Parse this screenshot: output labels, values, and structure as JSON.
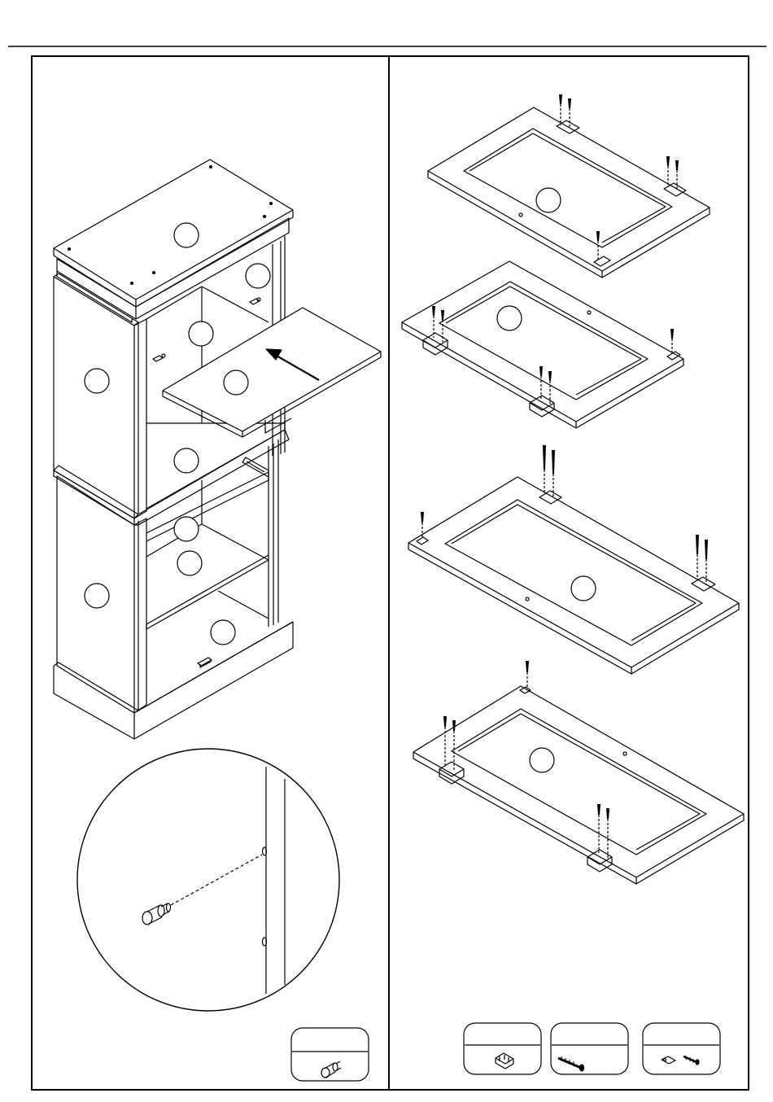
{
  "page": {
    "kind": "assembly-instructions",
    "panels": [
      "left-step",
      "right-step"
    ]
  },
  "left_panel": {
    "description_items": {
      "cabinet_callouts": 11,
      "sliding_shelf_arrow": "insert-direction",
      "detail_view": "shelf-pin-insertion"
    },
    "hardware_box": {
      "part_label": "",
      "part_icon": "shelf-pin-icon"
    }
  },
  "right_panel": {
    "door_panels": 4,
    "hardware_boxes": [
      {
        "part_label": "",
        "part_icon": "hinge-icon"
      },
      {
        "part_label": "",
        "part_icon": "wood-screw-icon"
      },
      {
        "part_label": "",
        "part_icon": "bracket-and-screw-icon"
      }
    ]
  },
  "colors": {
    "line": "#000000",
    "background": "#ffffff"
  }
}
